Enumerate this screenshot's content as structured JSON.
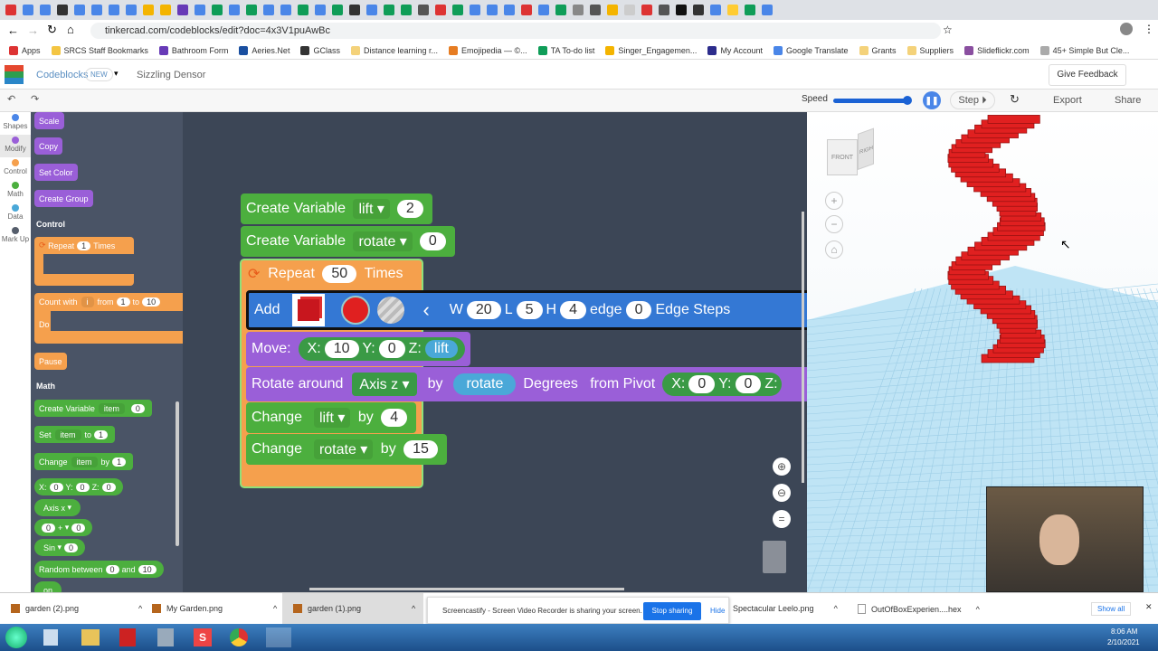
{
  "browser": {
    "url": "tinkercad.com/codeblocks/edit?doc=4x3V1puAwBc",
    "bookmarks": [
      "Apps",
      "SRCS Staff Bookmarks",
      "Bathroom Form",
      "Aeries.Net",
      "GClass",
      "Distance learning r...",
      "Emojipedia — ©...",
      "TA To-do list",
      "Singer_Engagemen...",
      "My Account",
      "Google Translate",
      "Grants",
      "Suppliers",
      "Slideflickr.com",
      "45+ Simple But Cle..."
    ]
  },
  "header": {
    "app": "Codeblocks",
    "badge": "NEW",
    "title": "Sizzling Densor",
    "feedback": "Give Feedback"
  },
  "toolbar": {
    "speed_label": "Speed",
    "speed_value": 100,
    "step": "Step",
    "export": "Export",
    "share": "Share"
  },
  "categories": [
    {
      "label": "Shapes",
      "color": "#4a86e8"
    },
    {
      "label": "Modify",
      "color": "#9a5fd8"
    },
    {
      "label": "Control",
      "color": "#f5a04d"
    },
    {
      "label": "Math",
      "color": "#4caf3e"
    },
    {
      "label": "Data",
      "color": "#4aa8d8"
    },
    {
      "label": "Mark Up",
      "color": "#555d6b"
    }
  ],
  "palette": {
    "modify": [
      "Scale",
      "Copy",
      "Set Color",
      "Create Group"
    ],
    "control_title": "Control",
    "repeat": {
      "label": "Repeat",
      "n": "1",
      "times": "Times"
    },
    "count": {
      "label": "Count with",
      "var": "i",
      "from": "from",
      "a": "1",
      "to": "to",
      "b": "10",
      "do": "Do"
    },
    "pause": "Pause",
    "math_title": "Math",
    "create_var": {
      "label": "Create Variable",
      "var": "item",
      "v": "0"
    },
    "set": {
      "label": "Set",
      "var": "item",
      "to": "to",
      "v": "1"
    },
    "change": {
      "label": "Change",
      "var": "item",
      "by": "by",
      "v": "1"
    },
    "xyz": {
      "x": "X:",
      "xv": "0",
      "y": "Y:",
      "yv": "0",
      "z": "Z:",
      "zv": "0"
    },
    "axis": "Axis x",
    "op": {
      "a": "0",
      "op": "+",
      "b": "0"
    },
    "sin": {
      "f": "Sin",
      "v": "0"
    },
    "random": {
      "label": "Random between",
      "a": "0",
      "and": "and",
      "b": "10"
    },
    "on": "on"
  },
  "program": {
    "cv1": {
      "label": "Create Variable",
      "var": "lift",
      "v": "2"
    },
    "cv2": {
      "label": "Create Variable",
      "var": "rotate",
      "v": "0"
    },
    "repeat": {
      "label": "Repeat",
      "n": "50",
      "times": "Times"
    },
    "add": {
      "label": "Add",
      "color": "#e02020",
      "w": "W",
      "wv": "20",
      "l": "L",
      "lv": "5",
      "h": "H",
      "hv": "4",
      "edge": "edge",
      "ev": "0",
      "steps": "Edge Steps"
    },
    "move": {
      "label": "Move:",
      "x": "X:",
      "xv": "10",
      "y": "Y:",
      "yv": "0",
      "z": "Z:",
      "zv": "lift"
    },
    "rotate": {
      "label": "Rotate around",
      "axis": "Axis z",
      "by": "by",
      "v": "rotate",
      "deg": "Degrees",
      "pivot": "from Pivot",
      "x": "X:",
      "xv": "0",
      "y": "Y:",
      "yv": "0",
      "z": "Z:"
    },
    "ch1": {
      "label": "Change",
      "var": "lift",
      "by": "by",
      "v": "4"
    },
    "ch2": {
      "label": "Change",
      "var": "rotate",
      "by": "by",
      "v": "15"
    }
  },
  "viewcube": {
    "front": "FRONT",
    "right": "RIGHT"
  },
  "downloads": {
    "items": [
      "garden (2).png",
      "My Garden.png",
      "garden (1).png",
      "Spectacular Leelo.png",
      "OutOfBoxExperien....hex"
    ],
    "share_msg": "Screencastify - Screen Video Recorder is sharing your screen.",
    "stop": "Stop sharing",
    "hide": "Hide",
    "show_all": "Show all"
  },
  "taskbar": {
    "time": "8:06 AM",
    "date": "2/10/2021"
  }
}
